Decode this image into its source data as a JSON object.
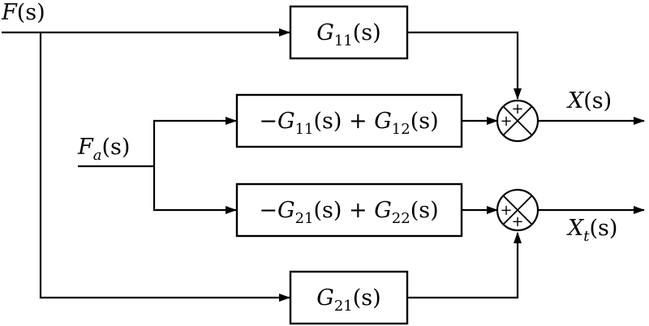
{
  "signals": {
    "F": {
      "name": "F",
      "arg": "(s)"
    },
    "Fa": {
      "name": "F",
      "sub": "a",
      "arg": "(s)"
    },
    "X": {
      "name": "X",
      "arg": "(s)"
    },
    "Xt": {
      "name": "X",
      "sub": "t",
      "arg": "(s)"
    }
  },
  "blocks": {
    "g11": {
      "name": "G",
      "sub": "11",
      "arg": "(s)"
    },
    "row2": {
      "t1": "−",
      "n1": "G",
      "s1": "11",
      "a1": "(s) + ",
      "n2": "G",
      "s2": "12",
      "a2": "(s)"
    },
    "row3": {
      "t1": "−",
      "n1": "G",
      "s1": "21",
      "a1": "(s) + ",
      "n2": "G",
      "s2": "22",
      "a2": "(s)"
    },
    "g21": {
      "name": "G",
      "sub": "21",
      "arg": "(s)"
    }
  },
  "summing_junctions": {
    "top": {
      "sign_top": "+",
      "sign_left": "+"
    },
    "bottom": {
      "sign_left": "+",
      "sign_bottom": "+"
    }
  }
}
